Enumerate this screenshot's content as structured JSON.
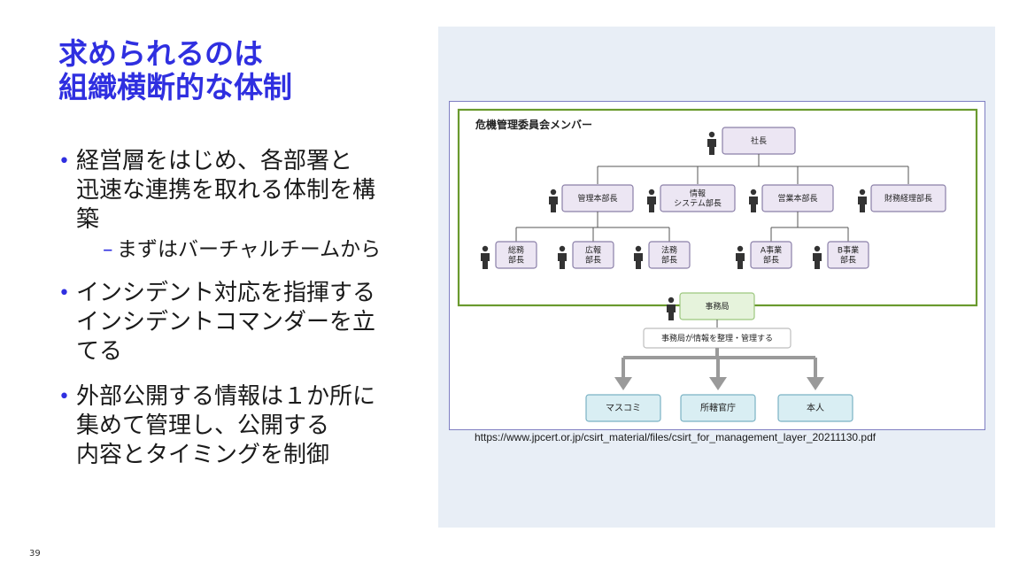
{
  "slide": {
    "title_line1": "求められるのは",
    "title_line2": "組織横断的な体制",
    "bullets": [
      {
        "text": "経営層をはじめ、各部署と\n迅速な連携を取れる体制を構\n築",
        "sub": "まずはバーチャルチームから"
      },
      {
        "text": "インシデント対応を指揮する\nインシデントコマンダーを立\nてる"
      },
      {
        "text": "外部公開する情報は１か所に\n集めて管理し、公開する\n内容とタイミングを制御"
      }
    ],
    "page_number": "39",
    "source_url": "https://www.jpcert.or.jp/csirt_material/files/csirt_for_management_layer_20211130.pdf"
  },
  "org_chart": {
    "committee_title": "危機管理委員会メンバー",
    "president": "社長",
    "level2": [
      "管理本部長",
      "情報\nシステム部長",
      "営業本部長",
      "財務経理部長"
    ],
    "level3_admin": [
      "総務\n部長",
      "広報\n部長",
      "法務\n部長"
    ],
    "level3_sales": [
      "A事業\n部長",
      "B事業\n部長"
    ],
    "secretariat": "事務局",
    "secretariat_role": "事務局が情報を整理・管理する",
    "outputs": [
      "マスコミ",
      "所轄官庁",
      "本人"
    ],
    "colors": {
      "committee_border": "#6a9a2e",
      "member_box_fill": "#ece6f3",
      "member_box_border": "#8a7fa8",
      "secretariat_fill": "#e6f3dc",
      "secretariat_border": "#9cc77e",
      "output_fill": "#d9eef3",
      "output_border": "#7ab2c4",
      "arrow": "#9a9a9a",
      "person": "#333333"
    }
  }
}
